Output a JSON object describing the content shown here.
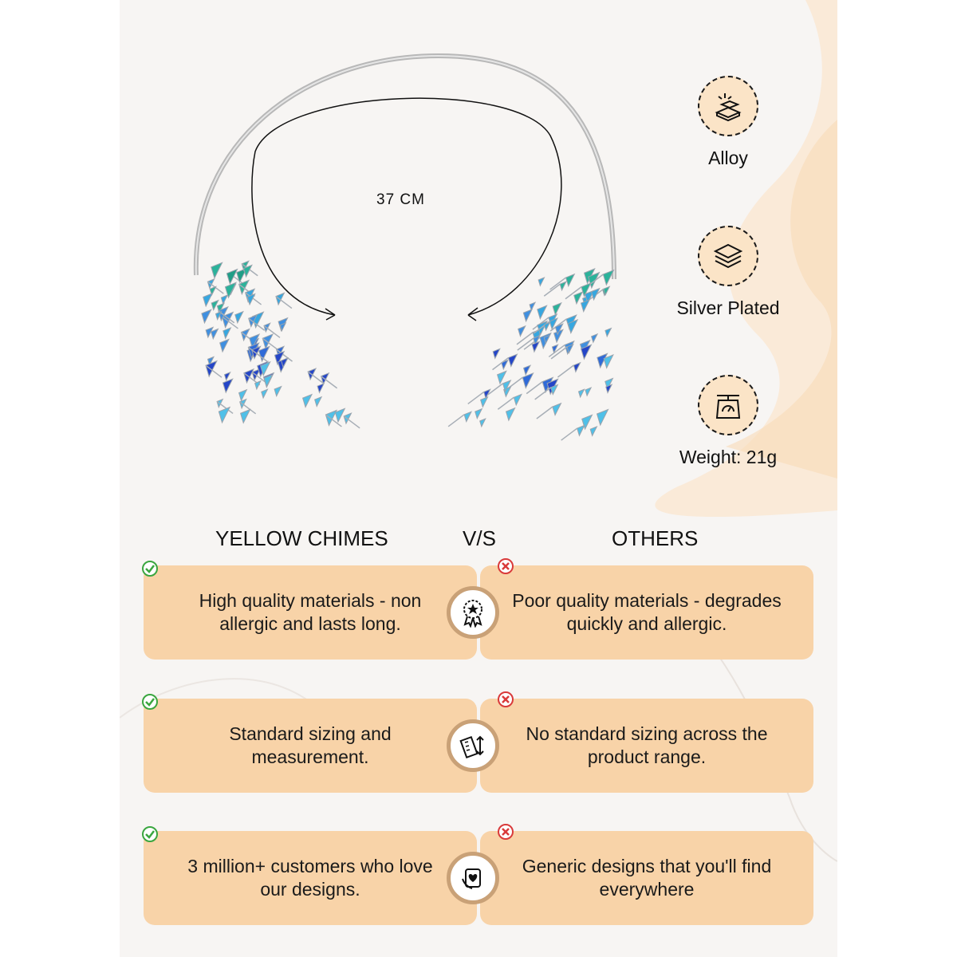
{
  "product": {
    "measurement": "37 CM"
  },
  "specs": [
    {
      "icon": "metal-bars-icon",
      "label": "Alloy"
    },
    {
      "icon": "layers-icon",
      "label": "Silver Plated"
    },
    {
      "icon": "weighing-scale-icon",
      "label": "Weight: 21g"
    }
  ],
  "comparison": {
    "left_heading": "YELLOW CHIMES",
    "vs_heading": "V/S",
    "right_heading": "OTHERS",
    "rows": [
      {
        "ours": "High quality materials - non allergic and lasts long.",
        "others": "Poor quality materials - degrades quickly and allergic.",
        "icon": "quality-badge-icon"
      },
      {
        "ours": "Standard sizing and measurement.",
        "others": "No standard sizing across the product range.",
        "icon": "ruler-icon"
      },
      {
        "ours": "3 million+ customers who love our designs.",
        "others": "Generic designs that you'll find everywhere",
        "icon": "customer-love-icon"
      }
    ]
  },
  "colors": {
    "card": "#f8d3a8",
    "icon_ring": "#c9a177",
    "check": "#3aa63f",
    "cross": "#d93a3a"
  }
}
